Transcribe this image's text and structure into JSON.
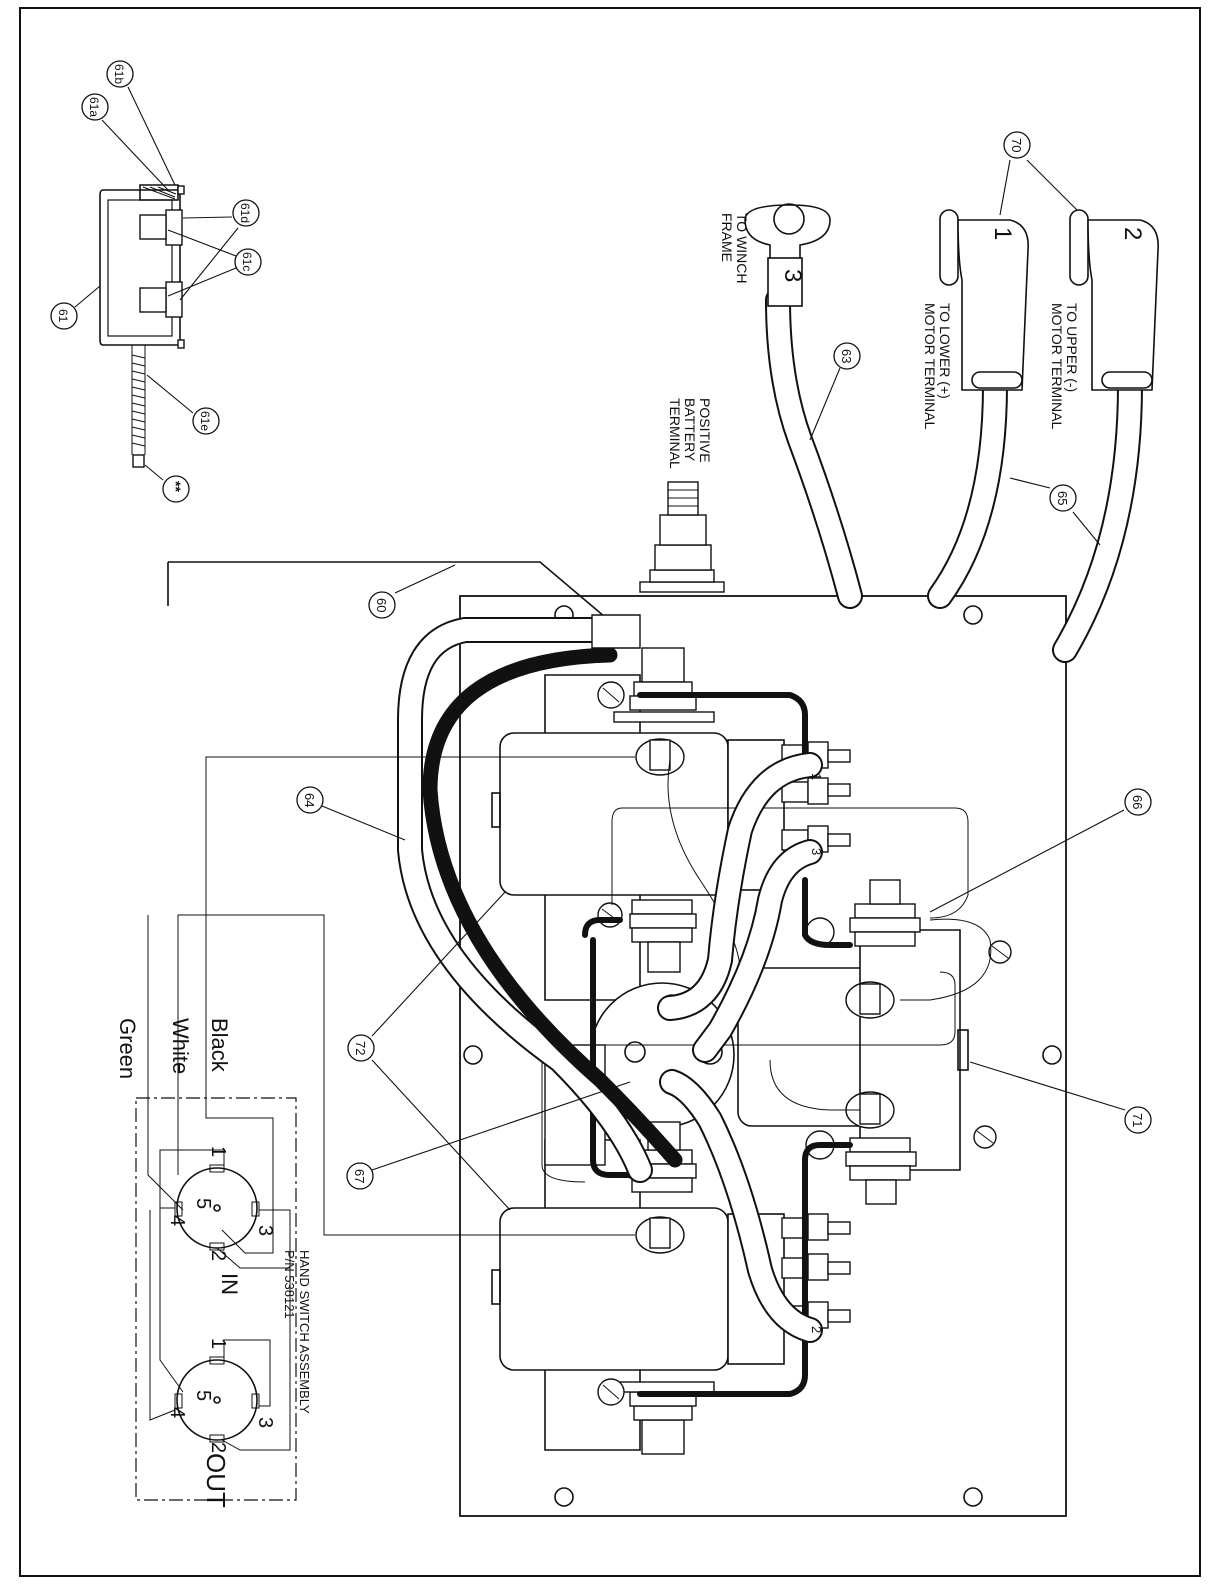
{
  "callouts": {
    "c60": "60",
    "c61": "61",
    "c61a": "61a",
    "c61b": "61b",
    "c61c": "61c",
    "c61d": "61d",
    "c61e": "61e",
    "c63": "63",
    "c64": "64",
    "c65": "65",
    "c66": "66",
    "c67": "67",
    "c70": "70",
    "c71": "71",
    "c72": "72",
    "cstar": "**"
  },
  "labels": {
    "battery": [
      "POSITIVE",
      "BATTERY",
      "TERMINAL"
    ],
    "winch": [
      "TO WINCH",
      "FRAME"
    ],
    "lower": [
      "TO LOWER (+)",
      "MOTOR TERMINAL"
    ],
    "upper": [
      "TO UPPER (-)",
      "MOTOR TERMINAL"
    ],
    "hand_switch": [
      "HAND SWITCH ASSEMBLY",
      "P/N 538121"
    ],
    "wire_colors": [
      "Black",
      "White",
      "Green"
    ],
    "connector_in": "IN",
    "connector_out": "OUT"
  },
  "terminal_numbers": {
    "t1": "1",
    "t2": "2",
    "t3": "3",
    "pins": [
      "1",
      "2",
      "3",
      "4",
      "5"
    ]
  },
  "colors": {
    "line": "#111111",
    "paper": "#ffffff"
  }
}
